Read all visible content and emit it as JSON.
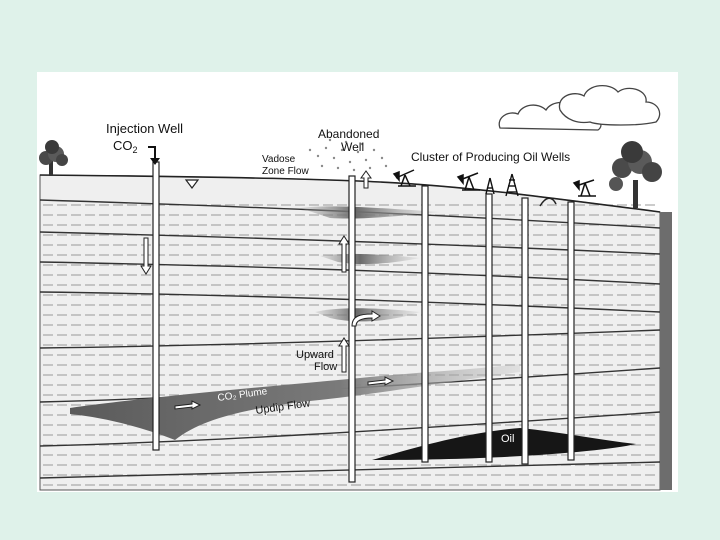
{
  "slide": {
    "background_color": "#dff2ea",
    "figure_background": "#ffffff"
  },
  "diagram": {
    "labels": {
      "injection_well": "Injection Well",
      "co2": "CO",
      "co2_sub": "2",
      "abandoned_well_line1": "Abandoned",
      "abandoned_well_line2": "Well",
      "vadose_line1": "Vadose",
      "vadose_line2": "Zone Flow",
      "cluster": "Cluster of Producing Oil Wells",
      "upward_line1": "Upward",
      "upward_line2": "Flow",
      "plume": "CO₂ Plume",
      "updip": "Updip Flow",
      "oil": "Oil"
    },
    "icons": [
      "tree-icon",
      "cloud-icon",
      "pumpjack-icon",
      "derrick-icon",
      "water-table-icon",
      "arrow-icon"
    ]
  }
}
